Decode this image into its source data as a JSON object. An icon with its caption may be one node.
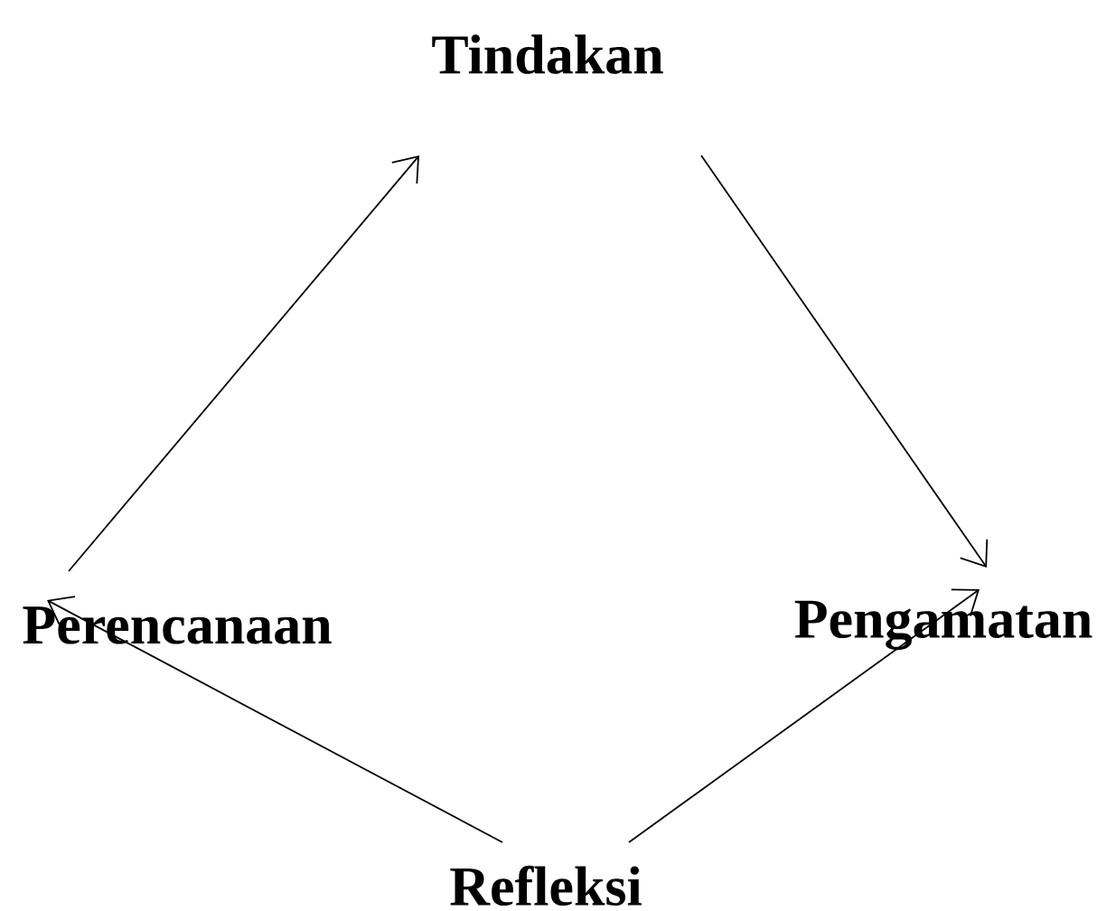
{
  "diagram": {
    "nodes": [
      {
        "text": [
          "Tindakan"
        ]
      },
      {
        "text": [
          "Perencanaan"
        ]
      },
      {
        "text": [
          "Pengamatan"
        ]
      },
      {
        "text": [
          "Refleksi"
        ]
      }
    ],
    "edges": [
      {
        "from": 1,
        "to": 0,
        "arrow": "to"
      },
      {
        "from": 0,
        "to": 2,
        "arrow": "to"
      },
      {
        "from": 3,
        "to": 1,
        "arrow": "to"
      },
      {
        "from": 3,
        "to": 2,
        "arrow": "to"
      }
    ]
  }
}
